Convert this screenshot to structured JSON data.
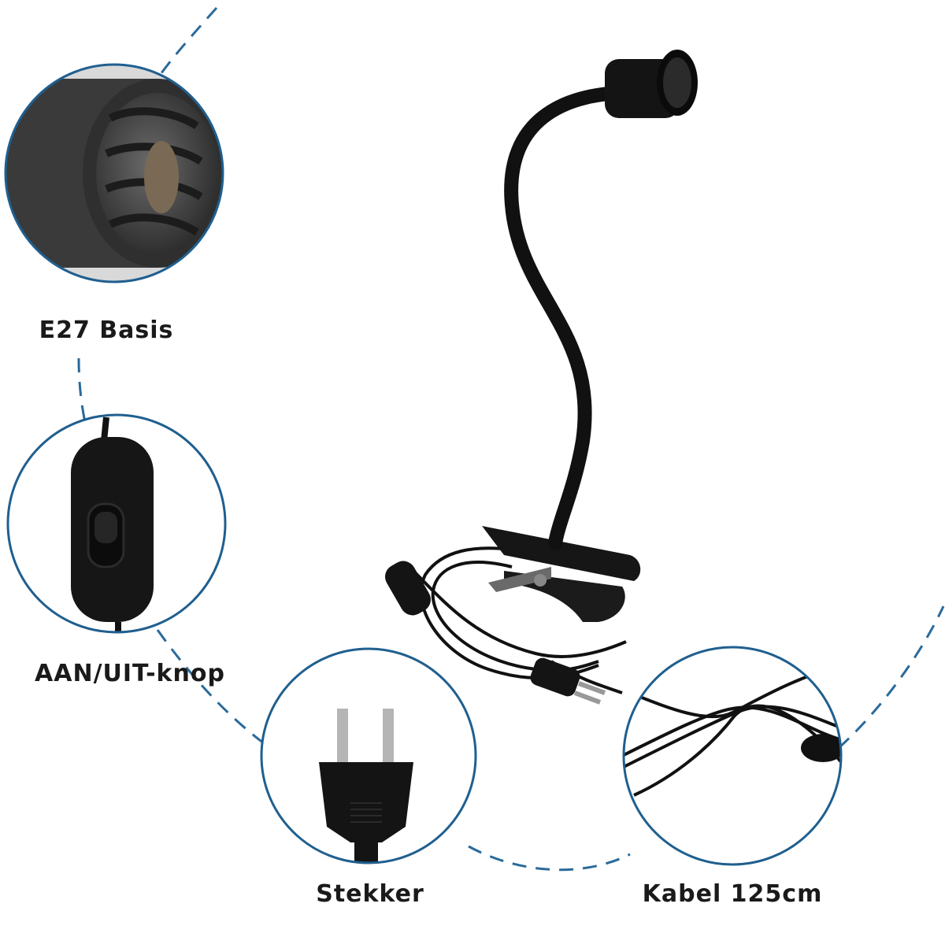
{
  "captions": {
    "e27_base": "E27 Basis",
    "switch": "AAN/UIT-knop",
    "plug": "Stekker",
    "cable": "Kabel 125cm"
  },
  "colors": {
    "ring": "#1f5f8f",
    "dash": "#2a6a9a",
    "product": "#111111",
    "caption": "#1a1a1a"
  },
  "icons": {
    "lamp": "clip-lamp-gooseneck",
    "e27": "lamp-socket-icon",
    "switch": "inline-switch-icon",
    "plug": "euro-plug-icon",
    "cable": "coiled-cable-icon"
  }
}
